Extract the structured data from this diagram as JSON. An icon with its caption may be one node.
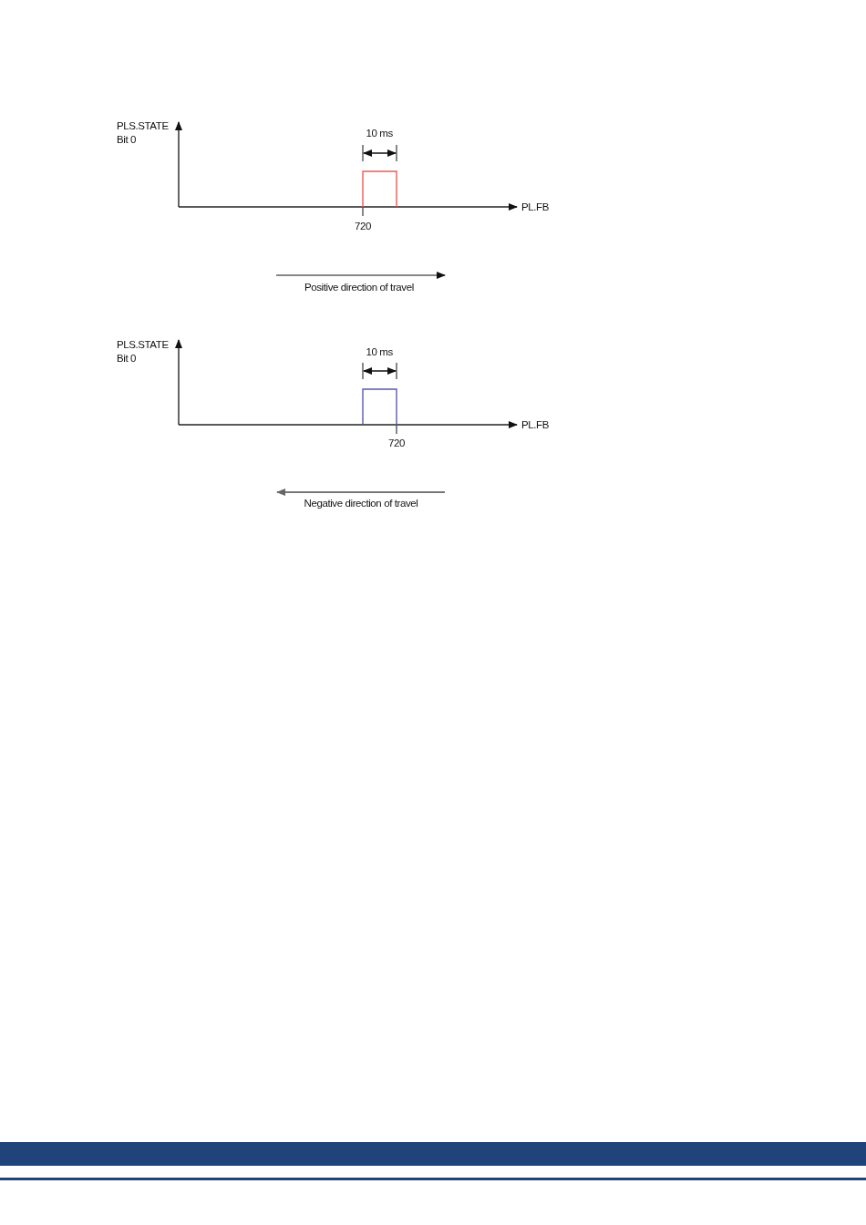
{
  "diagram": {
    "labels": [
      "PLS.STATE Bit 0",
      "10 ms",
      "PL.FB",
      "720",
      "Positive direction of travel",
      "PLS.STATE Bit 0",
      "10 ms",
      "PL.FB",
      "720",
      "Negative direction of travel"
    ]
  }
}
